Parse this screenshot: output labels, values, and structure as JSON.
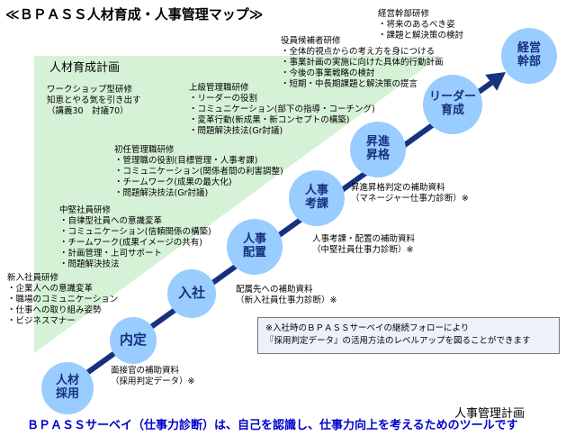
{
  "title": "≪ＢＰＡＳＳ人材育成・人事管理マップ≫",
  "regions": {
    "development": "人材育成計画",
    "management": "人事管理計画"
  },
  "stages": [
    {
      "lines": [
        "人材",
        "採用"
      ]
    },
    {
      "lines": [
        "内定"
      ]
    },
    {
      "lines": [
        "入社"
      ]
    },
    {
      "lines": [
        "人事",
        "配置"
      ]
    },
    {
      "lines": [
        "人事",
        "考課"
      ]
    },
    {
      "lines": [
        "昇進",
        "昇格"
      ]
    },
    {
      "lines": [
        "リーダー",
        "育成"
      ]
    },
    {
      "lines": [
        "経営",
        "幹部"
      ]
    }
  ],
  "training_notes": [
    {
      "lines": [
        "経営幹部研修",
        "・将来のあるべき姿",
        "・課題と解決策の検討"
      ]
    },
    {
      "lines": [
        "役員候補者研修",
        "・全体的視点からの考え方を身につける",
        "・事業計画の実施に向けた具体的行動計画",
        "・今後の事業戦略の検討",
        "・短期・中長期課題と解決策の提言"
      ]
    },
    {
      "lines": [
        "上級管理職研修",
        "・リーダーの役割",
        "・コミュニケーション(部下の指導・コーチング)",
        "・変革行動(新成果・新コンセプトの構築)",
        "・問題解決技法(Gr討議)"
      ]
    },
    {
      "lines": [
        "初任管理職研修",
        "・管理職の役割(目標管理・人事考課)",
        "・コミュニケーション(関係者間の利害調整)",
        "・チームワーク(成果の最大化)",
        "・問題解決技法(Gr討議)"
      ]
    },
    {
      "lines": [
        "中堅社員研修",
        "・自律型社員への意識変革",
        "・コミュニケーション(信頼関係の構築)",
        "・チームワーク(成果イメージの共有)",
        "・計画管理・上司サポート",
        "・問題解決技法"
      ]
    },
    {
      "lines": [
        "新入社員研修",
        "・企業人への意識変革",
        "・職場のコミュニケーション",
        "・仕事への取り組み姿勢",
        "・ビジネスマナー"
      ]
    }
  ],
  "workshop_note": {
    "lines": [
      "ワークショップ型研修",
      "知恵とやる気を引き出す",
      "（講義30　討議70）"
    ]
  },
  "support_notes": [
    {
      "lines": [
        "昇進昇格判定の補助資料",
        "（マネージャー仕事力診断）※"
      ]
    },
    {
      "lines": [
        "人事考課・配置の補助資料",
        "（中堅社員仕事力診断）※"
      ]
    },
    {
      "lines": [
        "配属先への補助資料",
        "（新入社員仕事力診断）※"
      ]
    },
    {
      "lines": [
        "面接官の補助資料",
        "（採用判定データ）※"
      ]
    }
  ],
  "callout": {
    "lines": [
      "※入社時のＢＰＡＳＳサーベイの継続フォローにより",
      "『採用判定データ』の活用方法のレベルアップを図ることができます"
    ]
  },
  "footer": "ＢＰＡＳＳサーベイ（仕事力診断）は、自己を認識し、仕事力向上を考えるためのツールです",
  "colors": {
    "circle_fill": "#99ccff",
    "circle_text": "#16317d",
    "arrow": "#16317d",
    "region_green": "#d6f2d6",
    "footer_text": "#0000cc",
    "callout_bg": "#edf2fa",
    "callout_border": "#777777"
  }
}
